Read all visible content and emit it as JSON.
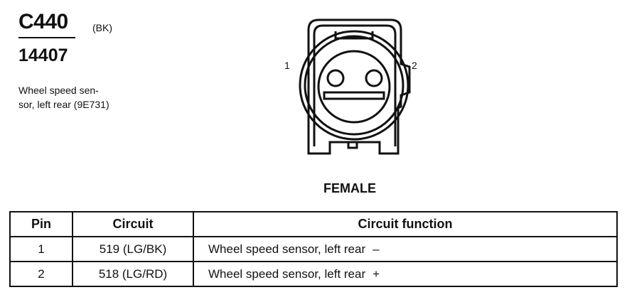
{
  "connector": {
    "id": "C440",
    "color": "(BK)",
    "part_number": "14407",
    "description_line1": "Wheel speed sen-",
    "description_line2": "sor, left rear (9E731)"
  },
  "diagram": {
    "pin1_label": "1",
    "pin2_label": "2",
    "view": "FEMALE"
  },
  "table": {
    "headers": [
      "Pin",
      "Circuit",
      "Circuit function"
    ],
    "rows": [
      {
        "pin": "1",
        "circuit": "519 (LG/BK)",
        "function": "Wheel speed sensor, left rear",
        "sign": "–"
      },
      {
        "pin": "2",
        "circuit": "518 (LG/RD)",
        "function": "Wheel speed sensor, left rear",
        "sign": "+"
      }
    ]
  }
}
